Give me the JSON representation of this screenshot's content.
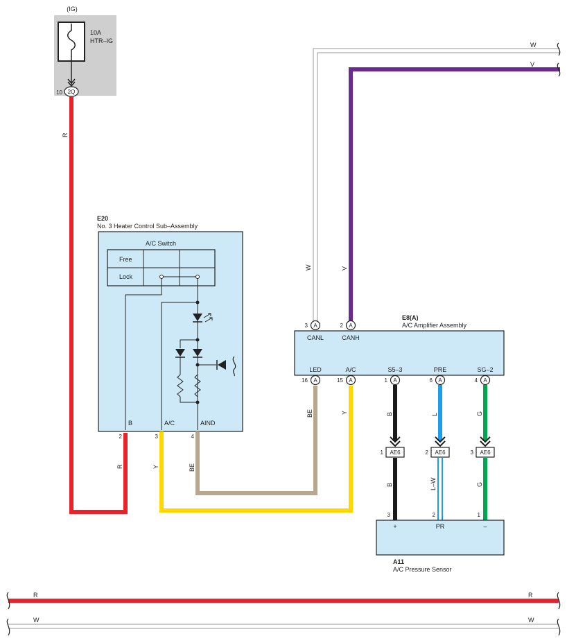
{
  "colors": {
    "R": "#e8232a",
    "Y": "#ffd800",
    "BE": "#b9a68e",
    "B": "#1a1a1a",
    "L": "#1e9ee8",
    "G": "#00a651",
    "V": "#6a2c91",
    "W": "#d8d8d8",
    "box": "#cde9f7",
    "fuse_bg": "#cfcfcf"
  },
  "fuse": {
    "source": "(IG)",
    "rating": "10A",
    "name": "HTR–IG",
    "pin": "10",
    "connector": "2Q"
  },
  "e20": {
    "code": "E20",
    "title": "No. 3 Heater Control Sub–Assembly",
    "switch_title": "A/C Switch",
    "row_free": "Free",
    "row_lock": "Lock",
    "pins": [
      {
        "num": "2",
        "label": "B"
      },
      {
        "num": "3",
        "label": "A/C"
      },
      {
        "num": "4",
        "label": "AIND"
      }
    ]
  },
  "e8": {
    "code": "E8(A)",
    "title": "A/C Amplifier Assembly",
    "connector": "A",
    "top_pins": [
      {
        "num": "3",
        "label": "CANL"
      },
      {
        "num": "2",
        "label": "CANH"
      }
    ],
    "bottom_pins": [
      {
        "num": "16",
        "label": "LED"
      },
      {
        "num": "15",
        "label": "A/C"
      },
      {
        "num": "1",
        "label": "S5–3"
      },
      {
        "num": "6",
        "label": "PRE"
      },
      {
        "num": "4",
        "label": "SG–2"
      }
    ]
  },
  "junction": {
    "name": "AE6",
    "pins": [
      "1",
      "2",
      "3"
    ]
  },
  "a11": {
    "code": "A11",
    "title": "A/C Pressure Sensor",
    "pins": [
      {
        "num": "3",
        "label": "+"
      },
      {
        "num": "2",
        "label": "PR"
      },
      {
        "num": "1",
        "label": "–"
      }
    ]
  },
  "wire_labels": {
    "fuse_to_e20": "R",
    "e20_b_bottom": "R",
    "e20_ac": "Y",
    "e20_aind": "BE",
    "canl": "W",
    "canh": "V",
    "top_w": "W",
    "top_v": "V",
    "amp_led": "BE",
    "amp_ac": "Y",
    "amp_s5": "B",
    "amp_pre": "L",
    "amp_sg": "G",
    "sensor_plus": "B",
    "sensor_pr": "L–W",
    "sensor_minus": "G",
    "bus_r_left": "R",
    "bus_r_right": "R",
    "bus_w_left": "W",
    "bus_w_right": "W"
  }
}
